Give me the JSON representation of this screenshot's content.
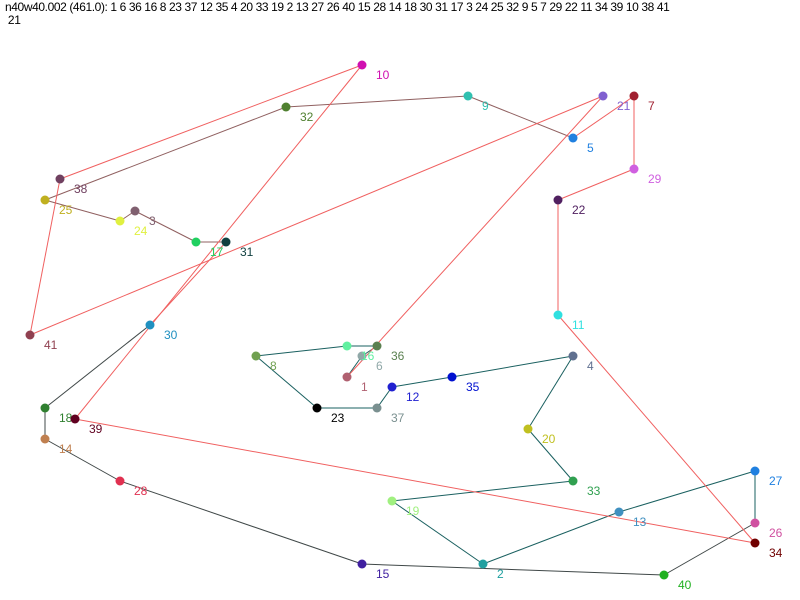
{
  "title": {
    "line1": "n40w40.002 (461.0): 1 6 36 16 8 23 37 12 35 4 20 33 19 2 13 27 26 40 15 28 14 18 30 31 17 3 24 25 32 9 5 7 29 22 11 34 39 10 38 41",
    "line2": " 21"
  },
  "tour": [
    1,
    6,
    36,
    16,
    8,
    23,
    37,
    12,
    35,
    4,
    20,
    33,
    19,
    2,
    13,
    27,
    26,
    40,
    15,
    28,
    14,
    18,
    30,
    31,
    17,
    3,
    24,
    25,
    32,
    9,
    5,
    7,
    29,
    22,
    11,
    34,
    39,
    10,
    38,
    41,
    21
  ],
  "nodes": {
    "1": {
      "label": "1",
      "color": "#b06070"
    },
    "2": {
      "label": "2",
      "color": "#20a0a0"
    },
    "3": {
      "label": "3",
      "color": "#806070"
    },
    "4": {
      "label": "4",
      "color": "#607090"
    },
    "5": {
      "label": "5",
      "color": "#2080e0"
    },
    "6": {
      "label": "6",
      "color": "#90a8a8"
    },
    "7": {
      "label": "7",
      "color": "#a02030"
    },
    "8": {
      "label": "8",
      "color": "#70a050"
    },
    "9": {
      "label": "9",
      "color": "#30c0b0"
    },
    "10": {
      "label": "10",
      "color": "#d010b0"
    },
    "11": {
      "label": "11",
      "color": "#30e0e0"
    },
    "12": {
      "label": "12",
      "color": "#2020d0"
    },
    "13": {
      "label": "13",
      "color": "#4090c0"
    },
    "14": {
      "label": "14",
      "color": "#c08050"
    },
    "15": {
      "label": "15",
      "color": "#4020a0"
    },
    "16": {
      "label": "16",
      "color": "#60f0a0"
    },
    "17": {
      "label": "17",
      "color": "#20d060"
    },
    "18": {
      "label": "18",
      "color": "#308030"
    },
    "19": {
      "label": "19",
      "color": "#a0f080"
    },
    "20": {
      "label": "20",
      "color": "#c0c020"
    },
    "21": {
      "label": "21",
      "color": "#8060d0"
    },
    "22": {
      "label": "22",
      "color": "#502060"
    },
    "23": {
      "label": "23",
      "color": "#000000"
    },
    "24": {
      "label": "24",
      "color": "#e0f040"
    },
    "25": {
      "label": "25",
      "color": "#c0b020"
    },
    "26": {
      "label": "26",
      "color": "#d050a0"
    },
    "27": {
      "label": "27",
      "color": "#2080e0"
    },
    "28": {
      "label": "28",
      "color": "#e03050"
    },
    "29": {
      "label": "29",
      "color": "#d060e0"
    },
    "30": {
      "label": "30",
      "color": "#2090c0"
    },
    "31": {
      "label": "31",
      "color": "#104040"
    },
    "32": {
      "label": "32",
      "color": "#508030"
    },
    "33": {
      "label": "33",
      "color": "#30a050"
    },
    "34": {
      "label": "34",
      "color": "#700000"
    },
    "35": {
      "label": "35",
      "color": "#0010d0"
    },
    "36": {
      "label": "36",
      "color": "#5a8050"
    },
    "37": {
      "label": "37",
      "color": "#7a9090"
    },
    "38": {
      "label": "38",
      "color": "#704060"
    },
    "39": {
      "label": "39",
      "color": "#600020"
    },
    "40": {
      "label": "40",
      "color": "#20b020"
    },
    "41": {
      "label": "41",
      "color": "#904050"
    }
  },
  "edge_colors": {
    "teal": "#1a6060",
    "gray": "#404848",
    "red": "#f06060",
    "brown": "#906060"
  }
}
